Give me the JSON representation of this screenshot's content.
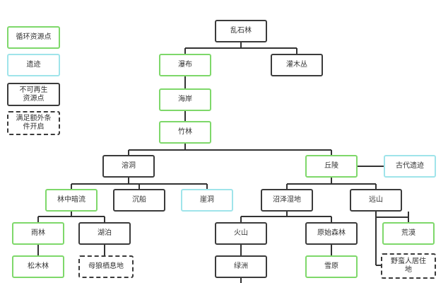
{
  "legend": {
    "recycle": "循环资源点",
    "ruins": "遗迹",
    "nonrenewable": "不可再生\n资源点",
    "conditional": "满足额外条\n件开启"
  },
  "nodes": {
    "rockforest": "乱石林",
    "waterfall": "瀑布",
    "shrub": "灌木丛",
    "coast": "海岸",
    "bamboo": "竹林",
    "cave": "溶洞",
    "hills": "丘陵",
    "ancientruins": "古代遗迹",
    "darkstream": "林中暗流",
    "shipwreck": "沉船",
    "cliffcave": "崖洞",
    "swamp": "沼泽湿地",
    "farmountain": "远山",
    "rainforest": "雨林",
    "lake": "湖泊",
    "volcano": "火山",
    "primeval": "原始森林",
    "desert": "荒漠",
    "pine": "松木林",
    "wolfden": "母狼栖息地",
    "oasis": "绿洲",
    "snowfield": "雪原",
    "savages": "野蛮人居住\n地"
  },
  "colors": {
    "recycle": "#7ed86a",
    "ruins": "#9fe4ea",
    "nonrenewable": "#3b3b3b",
    "connector": "#333333"
  }
}
